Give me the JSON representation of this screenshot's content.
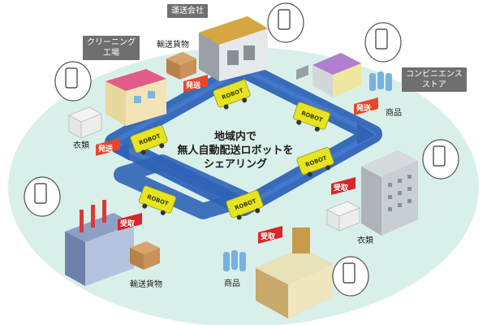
{
  "title_lines": [
    "地域内で",
    "無人自動配送ロボットを",
    "シェアリング"
  ],
  "labels": {
    "transport_company": "運送会社",
    "cleaning_factory_1": "クリーニング",
    "cleaning_factory_2": "工場",
    "convenience_store_1": "コンビニエンス",
    "convenience_store_2": "ストア",
    "cargo_top": "輸送貨物",
    "cargo_bottom": "輸送貨物",
    "goods_right": "商品",
    "goods_bottom": "商品",
    "clothes_left": "衣類",
    "clothes_right": "衣類"
  },
  "tags": {
    "send": "発送",
    "receive": "受取"
  },
  "robot_text": "ROBOT",
  "colors": {
    "background_oval": "#d9f0ea",
    "route": "#2f63b7",
    "robot_body": "#e6e321",
    "send_tag": "#e8462a",
    "receive_tag": "#d9262a",
    "label_box": "#6f6f6f"
  }
}
